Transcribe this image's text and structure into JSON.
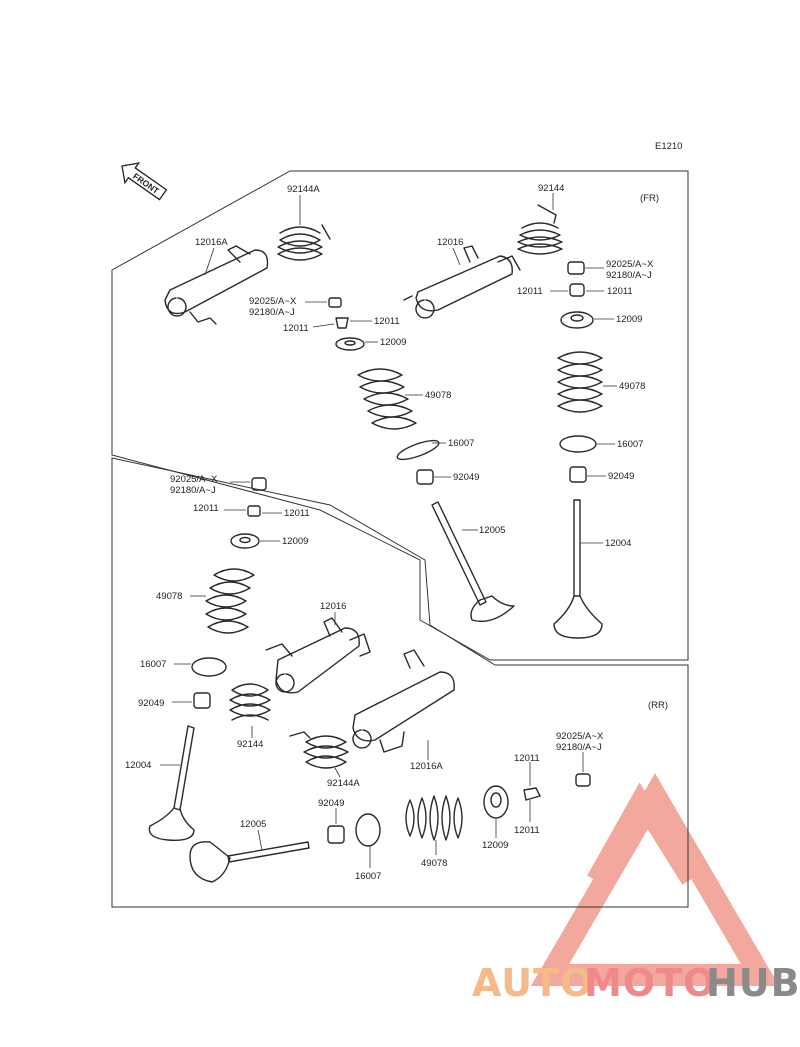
{
  "diagram": {
    "code": "E1210",
    "front_label": "FRONT",
    "sections": {
      "front": "(FR)",
      "rear": "(RR)"
    },
    "parts": {
      "fr_spring_92144a": "92144A",
      "fr_arm_12016a": "12016A",
      "fr_spring_92144": "92144",
      "fr_arm_12016": "12016",
      "fr_shim_a_1": "92025/A~X",
      "fr_shim_b_1": "92180/A~J",
      "fr_key_l1": "12011",
      "fr_key_r1": "12011",
      "fr_ret_1": "12009",
      "fr_spr_1": "49078",
      "fr_seat_1": "16007",
      "fr_seal_1": "92049",
      "fr_exh_valve": "12005",
      "fr_shim_a_2": "92025/A~X",
      "fr_shim_b_2": "92180/A~J",
      "fr_key_l2": "12011",
      "fr_key_r2": "12011",
      "fr_ret_2": "12009",
      "fr_spr_2": "49078",
      "fr_seat_2": "16007",
      "fr_seal_2": "92049",
      "fr_int_valve": "12004",
      "rr_shim_a_1": "92025/A~X",
      "rr_shim_b_1": "92180/A~J",
      "rr_key_l1": "12011",
      "rr_key_r1": "12011",
      "rr_ret_1": "12009",
      "rr_spr_1": "49078",
      "rr_arm_12016": "12016",
      "rr_seat_1": "16007",
      "rr_seal_1": "92049",
      "rr_spring_92144": "92144",
      "rr_int_valve": "12004",
      "rr_spring_92144a": "92144A",
      "rr_arm_12016a": "12016A",
      "rr_shim_a_2": "92025/A~X",
      "rr_shim_b_2": "92180/A~J",
      "rr_key_top": "12011",
      "rr_key_bot": "12011",
      "rr_seal_2": "92049",
      "rr_exh_valve": "12005",
      "rr_seat_2": "16007",
      "rr_spr_2": "49078",
      "rr_ret_2": "12009"
    }
  },
  "watermark": {
    "part1": "AUTO",
    "part2": "MOTO",
    "part3": "HUB",
    "colors": {
      "auto": "#f5b98a",
      "moto": "#f08a8a",
      "hub": "#8a8a8a",
      "logo": "#f29a8e"
    }
  }
}
